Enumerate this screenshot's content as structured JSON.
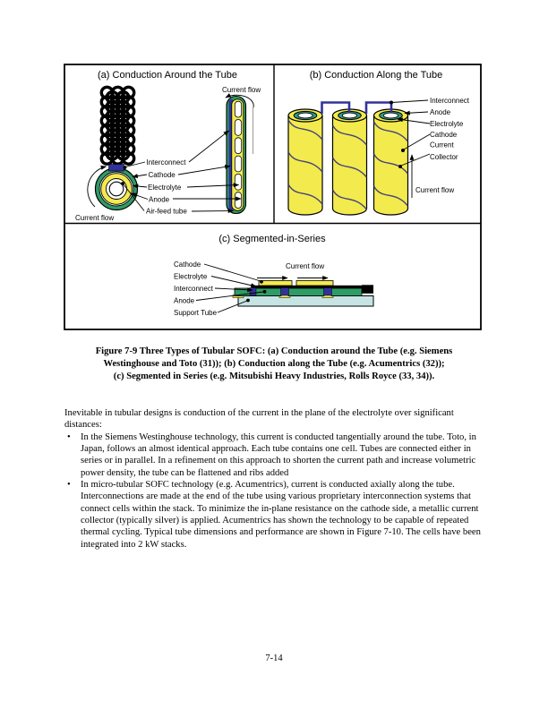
{
  "figure": {
    "panel_a": {
      "title": "(a) Conduction Around the Tube",
      "labels": {
        "interconnect": "Interconnect",
        "cathode": "Cathode",
        "electrolyte": "Electrolyte",
        "anode": "Anode",
        "air_feed_tube": "Air-feed tube"
      },
      "current_flow_top": "Current flow",
      "current_flow_bottom": "Current flow"
    },
    "panel_b": {
      "title": "(b) Conduction Along the Tube",
      "labels": {
        "interconnect": "Interconnect",
        "anode": "Anode",
        "electrolyte": "Electrolyte",
        "cathode": "Cathode",
        "current": "Current",
        "collector": "Collector"
      },
      "current_flow": "Current flow"
    },
    "panel_c": {
      "title": "(c) Segmented-in-Series",
      "labels": {
        "cathode": "Cathode",
        "electrolyte": "Electrolyte",
        "interconnect": "Interconnect",
        "anode": "Anode",
        "support_tube": "Support Tube"
      },
      "current_flow": "Current flow"
    },
    "caption_lines": [
      "Figure 7-9  Three Types of Tubular SOFC: (a) Conduction around the Tube (e.g. Siemens",
      "Westinghouse and Toto (31)); (b) Conduction along the Tube (e.g. Acumentrics (32));",
      "(c) Segmented in Series (e.g. Mitsubishi Heavy Industries, Rolls Royce (33, 34))."
    ],
    "colors": {
      "yellow": "#f3ea4e",
      "green": "#2f9c66",
      "teal": "#2f9d8d",
      "navy": "#32329b",
      "spiral": "#43437a",
      "support": "#c7e4e4",
      "gray_line": "#999999"
    }
  },
  "body": {
    "intro": "Inevitable in tubular designs is conduction of the current in the plane of the electrolyte over significant distances:",
    "bullet_char": "•",
    "bullets": [
      "In the Siemens Westinghouse technology, this current is conducted tangentially around the tube. Toto, in Japan, follows an almost identical approach. Each tube contains one cell. Tubes are connected either in series or in parallel. In a refinement on this approach to shorten the current path and increase volumetric power density, the tube can be flattened and ribs added",
      "In micro-tubular SOFC technology (e.g. Acumentrics), current is conducted axially along the tube. Interconnections are made at the end of the tube using various proprietary interconnection systems that connect cells within the stack. To minimize the in-plane resistance on the cathode side, a metallic current collector (typically silver) is applied. Acumentrics has shown the technology to be capable of repeated thermal cycling. Typical tube dimensions and performance are shown in Figure 7-10. The cells have been integrated into 2 kW stacks."
    ]
  },
  "page_number": "7-14"
}
